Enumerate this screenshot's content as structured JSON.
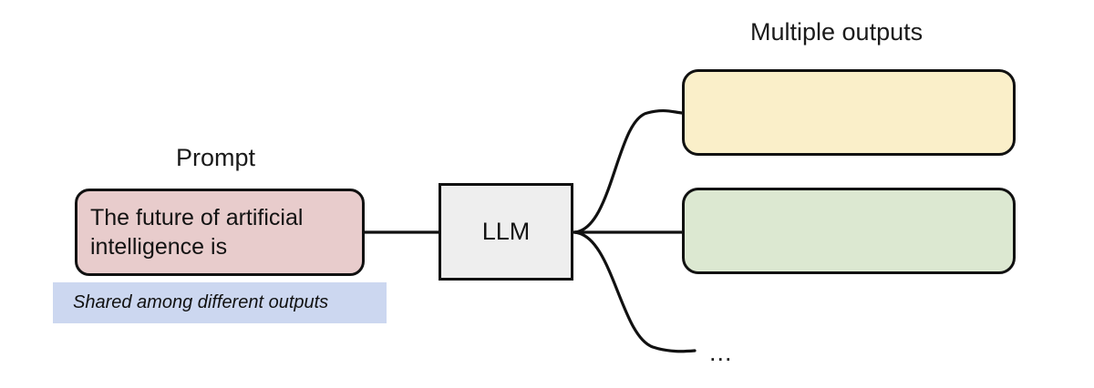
{
  "diagram": {
    "title_prompt": "Prompt",
    "title_outputs": "Multiple outputs",
    "prompt_text": "The future of artificial intelligence is",
    "llm_label": "LLM",
    "shared_note": "Shared among different outputs",
    "ellipsis": "...",
    "nodes": [
      {
        "id": "prompt-box",
        "label": "",
        "fill": "#e8cccc",
        "shape": "rounded-rect"
      },
      {
        "id": "llm-box",
        "label": "LLM",
        "fill": "#eeeeee",
        "shape": "rect"
      },
      {
        "id": "output-box-1",
        "label": "",
        "fill": "#faefc9",
        "shape": "rounded-rect"
      },
      {
        "id": "output-box-2",
        "label": "",
        "fill": "#dce8d1",
        "shape": "rounded-rect"
      }
    ],
    "colors": {
      "prompt_fill": "#e8cccc",
      "llm_fill": "#eeeeee",
      "output_1_fill": "#faefc9",
      "output_2_fill": "#dce8d1",
      "shared_note_fill": "#ccd7f0",
      "stroke": "#111111",
      "background": "#ffffff"
    },
    "edges": [
      {
        "from": "prompt-box",
        "to": "llm-box",
        "style": "straight"
      },
      {
        "from": "llm-box",
        "to": "output-box-1",
        "style": "curved"
      },
      {
        "from": "llm-box",
        "to": "output-box-2",
        "style": "straight"
      },
      {
        "from": "llm-box",
        "to": "ellipsis",
        "style": "curved"
      }
    ]
  }
}
